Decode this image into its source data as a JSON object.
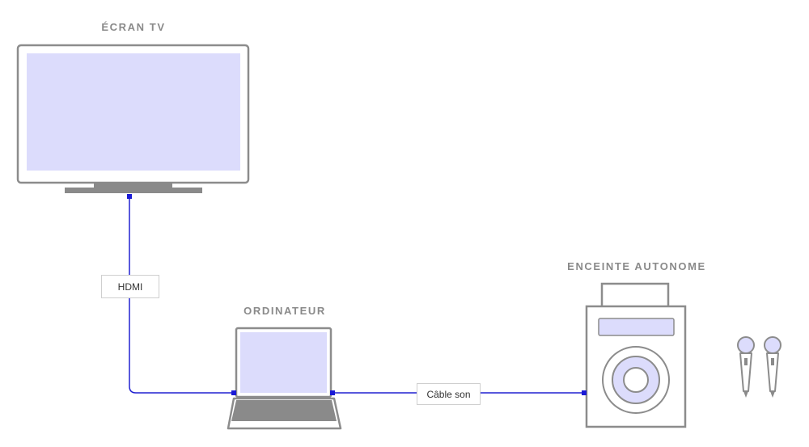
{
  "devices": {
    "tv": {
      "label": "ÉCRAN TV"
    },
    "computer": {
      "label": "ORDINATEUR"
    },
    "speaker": {
      "label": "ENCEINTE AUTONOME"
    }
  },
  "cables": {
    "hdmi": {
      "label": "HDMI"
    },
    "audio": {
      "label": "Câble son"
    }
  },
  "colors": {
    "outline": "#8c8c8c",
    "screen_fill": "#dcdcfc",
    "dark_gray": "#8a8a8a",
    "cable": "#1a1ad6",
    "heading_text": "#8a8a8a"
  }
}
